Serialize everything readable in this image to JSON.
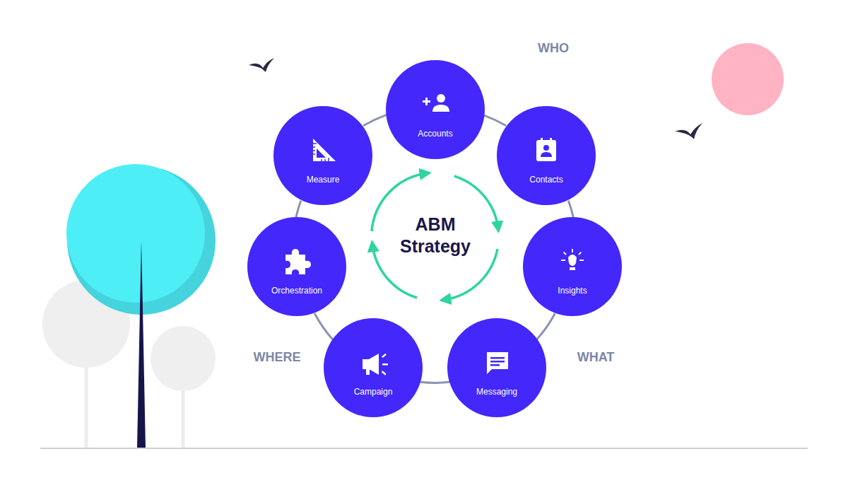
{
  "diagram": {
    "title": "ABM Strategy",
    "nodes": [
      {
        "text": [
          "Accounts"
        ]
      },
      {
        "text": [
          "Contacts"
        ]
      },
      {
        "text": [
          "Insights"
        ]
      },
      {
        "text": [
          "Messaging"
        ]
      },
      {
        "text": [
          "Campaign"
        ]
      },
      {
        "text": [
          "Orchestration"
        ]
      },
      {
        "text": [
          "Measure"
        ]
      }
    ],
    "edges": [
      {
        "from": 0,
        "to": 1,
        "arrow": "none"
      },
      {
        "from": 1,
        "to": 2,
        "arrow": "none"
      },
      {
        "from": 2,
        "to": 3,
        "arrow": "none"
      },
      {
        "from": 3,
        "to": 4,
        "arrow": "none"
      },
      {
        "from": 4,
        "to": 5,
        "arrow": "none"
      },
      {
        "from": 5,
        "to": 6,
        "arrow": "none"
      },
      {
        "from": 6,
        "to": 0,
        "arrow": "none"
      }
    ],
    "labels": [
      "WHO",
      "WHAT",
      "WHERE"
    ]
  }
}
